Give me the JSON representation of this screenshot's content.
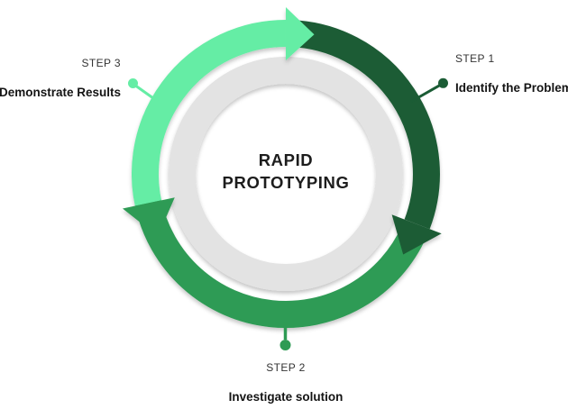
{
  "title": {
    "line1": "RAPID",
    "line2": "PROTOTYPING"
  },
  "diagram": {
    "type": "cycle",
    "direction": "clockwise",
    "step_count": 3
  },
  "steps": [
    {
      "label": "STEP 1",
      "name": "Identify the Problem",
      "color": "#1B5C35",
      "position": "right"
    },
    {
      "label": "STEP 2",
      "name": "Investigate solution",
      "color": "#2E9B54",
      "position": "bottom"
    },
    {
      "label": "STEP 3",
      "name": "Demonstrate Results",
      "color": "#65EDA5",
      "position": "top-left"
    }
  ],
  "colors": {
    "mint": "#65EDA5",
    "dark_green": "#1B5C35",
    "medium_green": "#2E9B54",
    "ring_gray": "#E3E3E3",
    "background": "#FFFFFF",
    "title_text": "#1D1D1D",
    "label_text": "#141414"
  }
}
